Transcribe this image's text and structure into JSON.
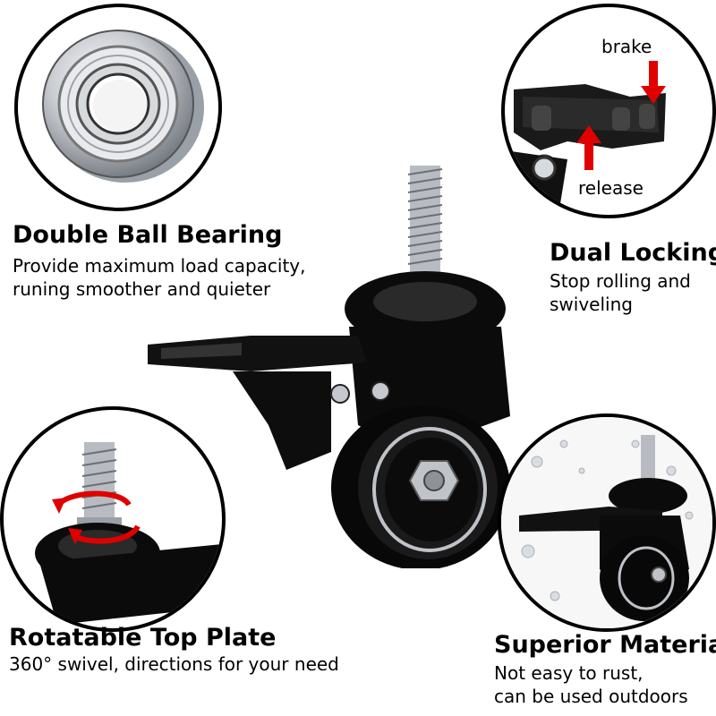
{
  "features": {
    "bearing": {
      "title": "Double Ball Bearing",
      "desc1": "Provide maximum load capacity,",
      "desc2": "runing smoother and quieter",
      "icon": "ball-bearing"
    },
    "locking": {
      "title": "Dual Locking",
      "desc1": "Stop rolling and",
      "desc2": "swiveling",
      "brake_label": "brake",
      "release_label": "release",
      "icon": "brake-pedal"
    },
    "rotation": {
      "title": "Rotatable Top Plate",
      "desc1": "360°  swivel, directions for your need",
      "icon": "rotating-stem"
    },
    "materials": {
      "title": "Superior Materials",
      "desc1": "Not easy to rust,",
      "desc2": "can be used outdoors",
      "icon": "caster-water"
    }
  },
  "product": {
    "icon": "swivel-caster-wheel-with-brake"
  },
  "colors": {
    "accent_red": "#e00000",
    "caster_black": "#0b0b0b",
    "steel": "#b9bcc2"
  }
}
